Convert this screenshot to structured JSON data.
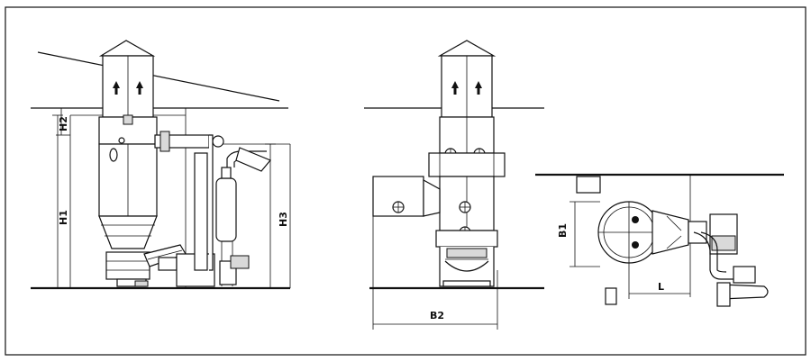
{
  "labels": {
    "h1": "H1",
    "h2": "H2",
    "h3": "H3",
    "b1": "B1",
    "b2": "B2",
    "l": "L"
  },
  "views": [
    {
      "name": "front-elevation"
    },
    {
      "name": "side-elevation"
    },
    {
      "name": "plan-view"
    }
  ],
  "colors": {
    "line": "#111111",
    "background": "#ffffff",
    "shade": "#d9d9d9"
  }
}
